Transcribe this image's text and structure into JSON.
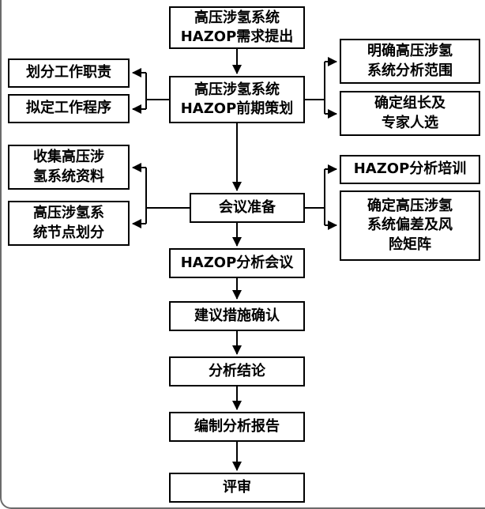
{
  "flowchart": {
    "nodes": {
      "requirement": {
        "label": "高压涉氢系统\nHAZOP需求提出"
      },
      "planning": {
        "label": "高压涉氢系统\nHAZOP前期策划"
      },
      "meeting_prep": {
        "label": "会议准备"
      },
      "analysis_meeting": {
        "label": "HAZOP分析会议"
      },
      "measures_confirm": {
        "label": "建议措施确认"
      },
      "conclusion": {
        "label": "分析结论"
      },
      "report": {
        "label": "编制分析报告"
      },
      "review": {
        "label": "评审"
      },
      "divide_duties": {
        "label": "划分工作职责"
      },
      "draft_procedures": {
        "label": "拟定工作程序"
      },
      "collect_data": {
        "label": "收集高压涉\n氢系统资料"
      },
      "node_division": {
        "label": "高压涉氢系\n统节点划分"
      },
      "scope": {
        "label": "明确高压涉氢\n系统分析范围"
      },
      "leader_experts": {
        "label": "确定组长及\n专家人选"
      },
      "training": {
        "label": "HAZOP分析培训"
      },
      "deviation_matrix": {
        "label": "确定高压涉氢\n系统偏差及风\n险矩阵"
      }
    },
    "colors": {
      "line": "#000000",
      "box_border": "#000000",
      "box_fill": "#ffffff"
    }
  }
}
